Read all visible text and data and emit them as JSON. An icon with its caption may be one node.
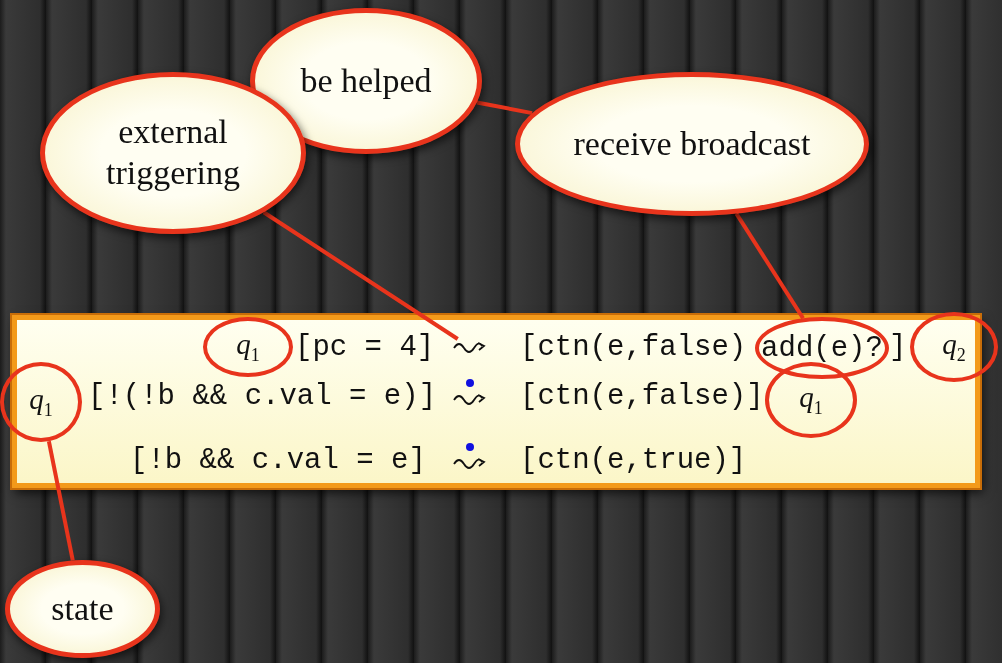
{
  "diagram": {
    "nodes": [
      {
        "text": [
          "be helped"
        ]
      },
      {
        "text": [
          "external triggering"
        ]
      },
      {
        "text": [
          "receive broadcast"
        ]
      },
      {
        "text": [
          "[pc = 4]",
          "[ctn(e,false)",
          "]",
          "[!(!b && c.val = e)]",
          "[ctn(e,false)]",
          "[!b && c.val = e]",
          "[ctn(e,true)]"
        ]
      },
      {
        "text": [
          "q$_{1}$"
        ],
        "in": 3
      },
      {
        "text": [
          "add(e)?"
        ],
        "in": 3
      },
      {
        "text": [
          "q$_{2}$"
        ]
      },
      {
        "text": [
          "q$_{1}$"
        ]
      },
      {
        "text": [
          "q$_{1}$"
        ],
        "in": 3
      },
      {
        "text": [],
        "shape": "arrow",
        "in": 3
      },
      {
        "text": [
          "state"
        ]
      }
    ],
    "edges": [
      {
        "from": 1,
        "to": 9,
        "arrow": "none"
      },
      {
        "from": 0,
        "to": 2,
        "arrow": "none"
      },
      {
        "from": 2,
        "to": 5,
        "arrow": "none"
      },
      {
        "from": 10,
        "to": 7,
        "arrow": "none"
      }
    ]
  }
}
